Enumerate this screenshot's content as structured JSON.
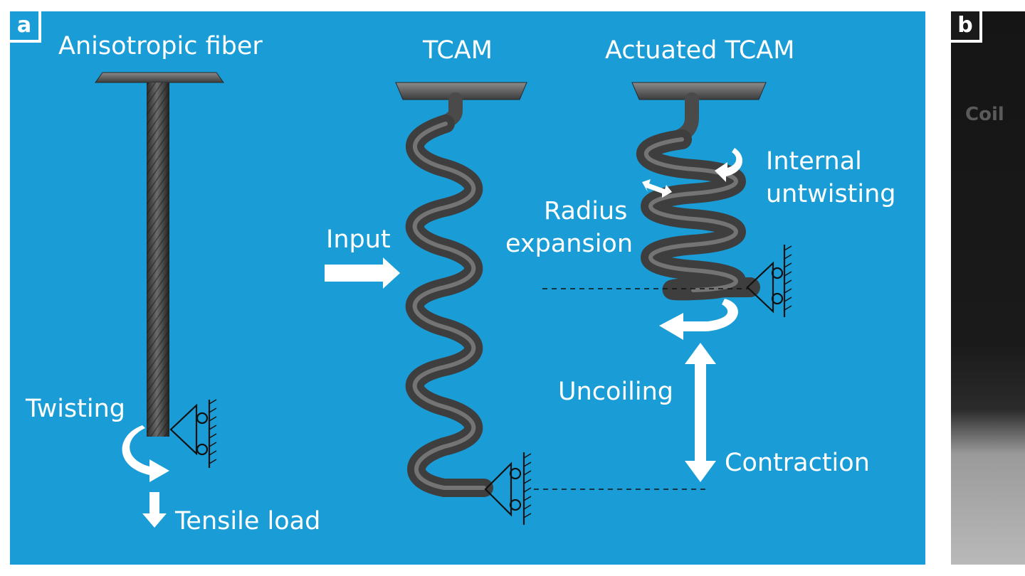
{
  "panel_a": {
    "label": "a",
    "titles": {
      "fiber": "Anisotropic fiber",
      "tcam": "TCAM",
      "actuated": "Actuated TCAM"
    },
    "annotations": {
      "twisting": "Twisting",
      "tensile_load": "Tensile load",
      "input": "Input",
      "radius_expansion_line1": "Radius",
      "radius_expansion_line2": "expansion",
      "internal_untwisting_line1": "Internal",
      "internal_untwisting_line2": "untwisting",
      "uncoiling": "Uncoiling",
      "contraction": "Contraction"
    },
    "colors": {
      "background": "#1a9dd6",
      "arrow": "#ffffff",
      "coil": "#4a4a4a"
    }
  },
  "panel_b": {
    "label": "b",
    "partial_text": "Coil"
  }
}
